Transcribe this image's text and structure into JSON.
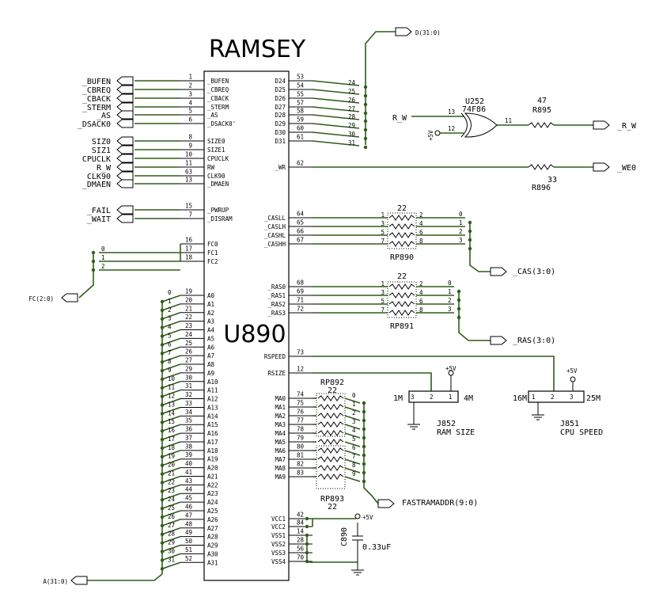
{
  "chip": {
    "title": "RAMSEY",
    "ref": "U890",
    "left_pins": [
      {
        "num": "1",
        "name": "_BUFEN"
      },
      {
        "num": "2",
        "name": "_CBREQ"
      },
      {
        "num": "3",
        "name": "_CBACK"
      },
      {
        "num": "4",
        "name": "_STERM"
      },
      {
        "num": "5",
        "name": "_AS"
      },
      {
        "num": "6",
        "name": "_DSACK0'"
      },
      {
        "num": "8",
        "name": "SIZE0"
      },
      {
        "num": "9",
        "name": "SIZE1"
      },
      {
        "num": "10",
        "name": "CPUCLK"
      },
      {
        "num": "11",
        "name": "RW"
      },
      {
        "num": "63",
        "name": "CLK90"
      },
      {
        "num": "13",
        "name": "_DMAEN"
      },
      {
        "num": "15",
        "name": "_PWRUP"
      },
      {
        "num": "7",
        "name": "_DISRAM"
      },
      {
        "num": "16",
        "name": "FC0"
      },
      {
        "num": "17",
        "name": "FC1"
      },
      {
        "num": "18",
        "name": "FC2"
      },
      {
        "num": "19",
        "name": "A0"
      },
      {
        "num": "20",
        "name": "A1"
      },
      {
        "num": "21",
        "name": "A2"
      },
      {
        "num": "22",
        "name": "A3"
      },
      {
        "num": "23",
        "name": "A4"
      },
      {
        "num": "24",
        "name": "A5"
      },
      {
        "num": "25",
        "name": "A6"
      },
      {
        "num": "26",
        "name": "A7"
      },
      {
        "num": "27",
        "name": "A8"
      },
      {
        "num": "29",
        "name": "A9"
      },
      {
        "num": "30",
        "name": "A10"
      },
      {
        "num": "31",
        "name": "A11"
      },
      {
        "num": "32",
        "name": "A12"
      },
      {
        "num": "33",
        "name": "A13"
      },
      {
        "num": "34",
        "name": "A14"
      },
      {
        "num": "35",
        "name": "A15"
      },
      {
        "num": "36",
        "name": "A16"
      },
      {
        "num": "37",
        "name": "A17"
      },
      {
        "num": "38",
        "name": "A18"
      },
      {
        "num": "39",
        "name": "A19"
      },
      {
        "num": "40",
        "name": "A20"
      },
      {
        "num": "41",
        "name": "A21"
      },
      {
        "num": "43",
        "name": "A22"
      },
      {
        "num": "44",
        "name": "A23"
      },
      {
        "num": "45",
        "name": "A24"
      },
      {
        "num": "46",
        "name": "A25"
      },
      {
        "num": "47",
        "name": "A26"
      },
      {
        "num": "48",
        "name": "A27"
      },
      {
        "num": "49",
        "name": "A28"
      },
      {
        "num": "50",
        "name": "A29"
      },
      {
        "num": "51",
        "name": "A30"
      },
      {
        "num": "52",
        "name": "A31"
      }
    ],
    "right_pins": [
      {
        "num": "53",
        "name": "D24"
      },
      {
        "num": "54",
        "name": "D25"
      },
      {
        "num": "55",
        "name": "D26"
      },
      {
        "num": "57",
        "name": "D27"
      },
      {
        "num": "58",
        "name": "D28"
      },
      {
        "num": "59",
        "name": "D29"
      },
      {
        "num": "60",
        "name": "D30"
      },
      {
        "num": "61",
        "name": "D31"
      },
      {
        "num": "62",
        "name": "_WR"
      },
      {
        "num": "64",
        "name": "_CASLL"
      },
      {
        "num": "65",
        "name": "_CASLH"
      },
      {
        "num": "66",
        "name": "_CASHL"
      },
      {
        "num": "67",
        "name": "_CASHH"
      },
      {
        "num": "68",
        "name": "_RAS0"
      },
      {
        "num": "69",
        "name": "_RAS1"
      },
      {
        "num": "71",
        "name": "_RAS2"
      },
      {
        "num": "72",
        "name": "_RAS3"
      },
      {
        "num": "73",
        "name": "RSPEED"
      },
      {
        "num": "12",
        "name": "RSIZE"
      },
      {
        "num": "74",
        "name": "MA0"
      },
      {
        "num": "75",
        "name": "MA1"
      },
      {
        "num": "76",
        "name": "MA2"
      },
      {
        "num": "77",
        "name": "MA3"
      },
      {
        "num": "78",
        "name": "MA4"
      },
      {
        "num": "79",
        "name": "MA5"
      },
      {
        "num": "80",
        "name": "MA6"
      },
      {
        "num": "81",
        "name": "MA7"
      },
      {
        "num": "82",
        "name": "MA8"
      },
      {
        "num": "83",
        "name": "MA9"
      },
      {
        "num": "42",
        "name": "VCC1"
      },
      {
        "num": "84",
        "name": "VCC2"
      },
      {
        "num": "14",
        "name": "VSS1"
      },
      {
        "num": "28",
        "name": "VSS2"
      },
      {
        "num": "56",
        "name": "VSS3"
      },
      {
        "num": "70",
        "name": "VSS4"
      }
    ]
  },
  "left_signals": [
    "_BUFEN",
    "_CBREQ",
    "_CBACK",
    "_STERM",
    "_AS",
    "_DSACK0",
    "SIZ0",
    "SIZ1",
    "CPUCLK",
    "R_W",
    "CLK90",
    "_DMAEN",
    "_FAIL",
    "_WAIT"
  ],
  "buses": {
    "data": "D(31:0)",
    "fc": "FC(2:0)",
    "addr": "A(31:0)",
    "cas": "_CAS(3:0)",
    "ras": "_RAS(3:0)",
    "fastram": "FASTRAMADDR(9:0)"
  },
  "data_bus_taps": [
    "24",
    "25",
    "26",
    "27",
    "28",
    "29",
    "30",
    "31"
  ],
  "fc_taps": [
    "0",
    "1",
    "2"
  ],
  "addr_taps": [
    "0",
    "1",
    "2",
    "3",
    "4",
    "5",
    "6",
    "7",
    "8",
    "9",
    "10",
    "11",
    "12",
    "13",
    "14",
    "15",
    "16",
    "17",
    "18",
    "19",
    "20",
    "21",
    "22",
    "23",
    "24",
    "25",
    "26",
    "27",
    "28",
    "29",
    "30",
    "31"
  ],
  "cas_taps": [
    "0",
    "1",
    "2",
    "3"
  ],
  "ras_taps": [
    "0",
    "1",
    "2",
    "3"
  ],
  "ma_taps": [
    "0",
    "1",
    "2",
    "3",
    "4",
    "5",
    "6",
    "7",
    "8",
    "9"
  ],
  "xor_gate": {
    "ref": "U252",
    "part": "74F86",
    "in_label": "R_W",
    "pin_a": "13",
    "pin_b": "12",
    "pin_out": "11",
    "supply": "+5V",
    "out_label": "_R_W"
  },
  "r895": {
    "value": "47",
    "ref": "R895"
  },
  "r896": {
    "value": "33",
    "ref": "R896",
    "out_label": "_WE0"
  },
  "rp890": {
    "value": "22",
    "ref": "RP890"
  },
  "rp891": {
    "value": "22",
    "ref": "RP891"
  },
  "rp892": {
    "value": "22",
    "ref": "RP892"
  },
  "rp893": {
    "value": "22",
    "ref": "RP893"
  },
  "j852": {
    "ref": "J852",
    "desc": "RAM SIZE",
    "opt_a": "1M",
    "opt_b": "4M",
    "pins": [
      "3",
      "2",
      "1"
    ],
    "supply": "+5V"
  },
  "j851": {
    "ref": "J851",
    "desc": "CPU SPEED",
    "opt_a": "16M",
    "opt_b": "25M",
    "pins": [
      "1",
      "2",
      "3"
    ],
    "supply": "+5V"
  },
  "cap": {
    "ref": "C890",
    "value": "0.33uF",
    "supply": "+5V"
  }
}
